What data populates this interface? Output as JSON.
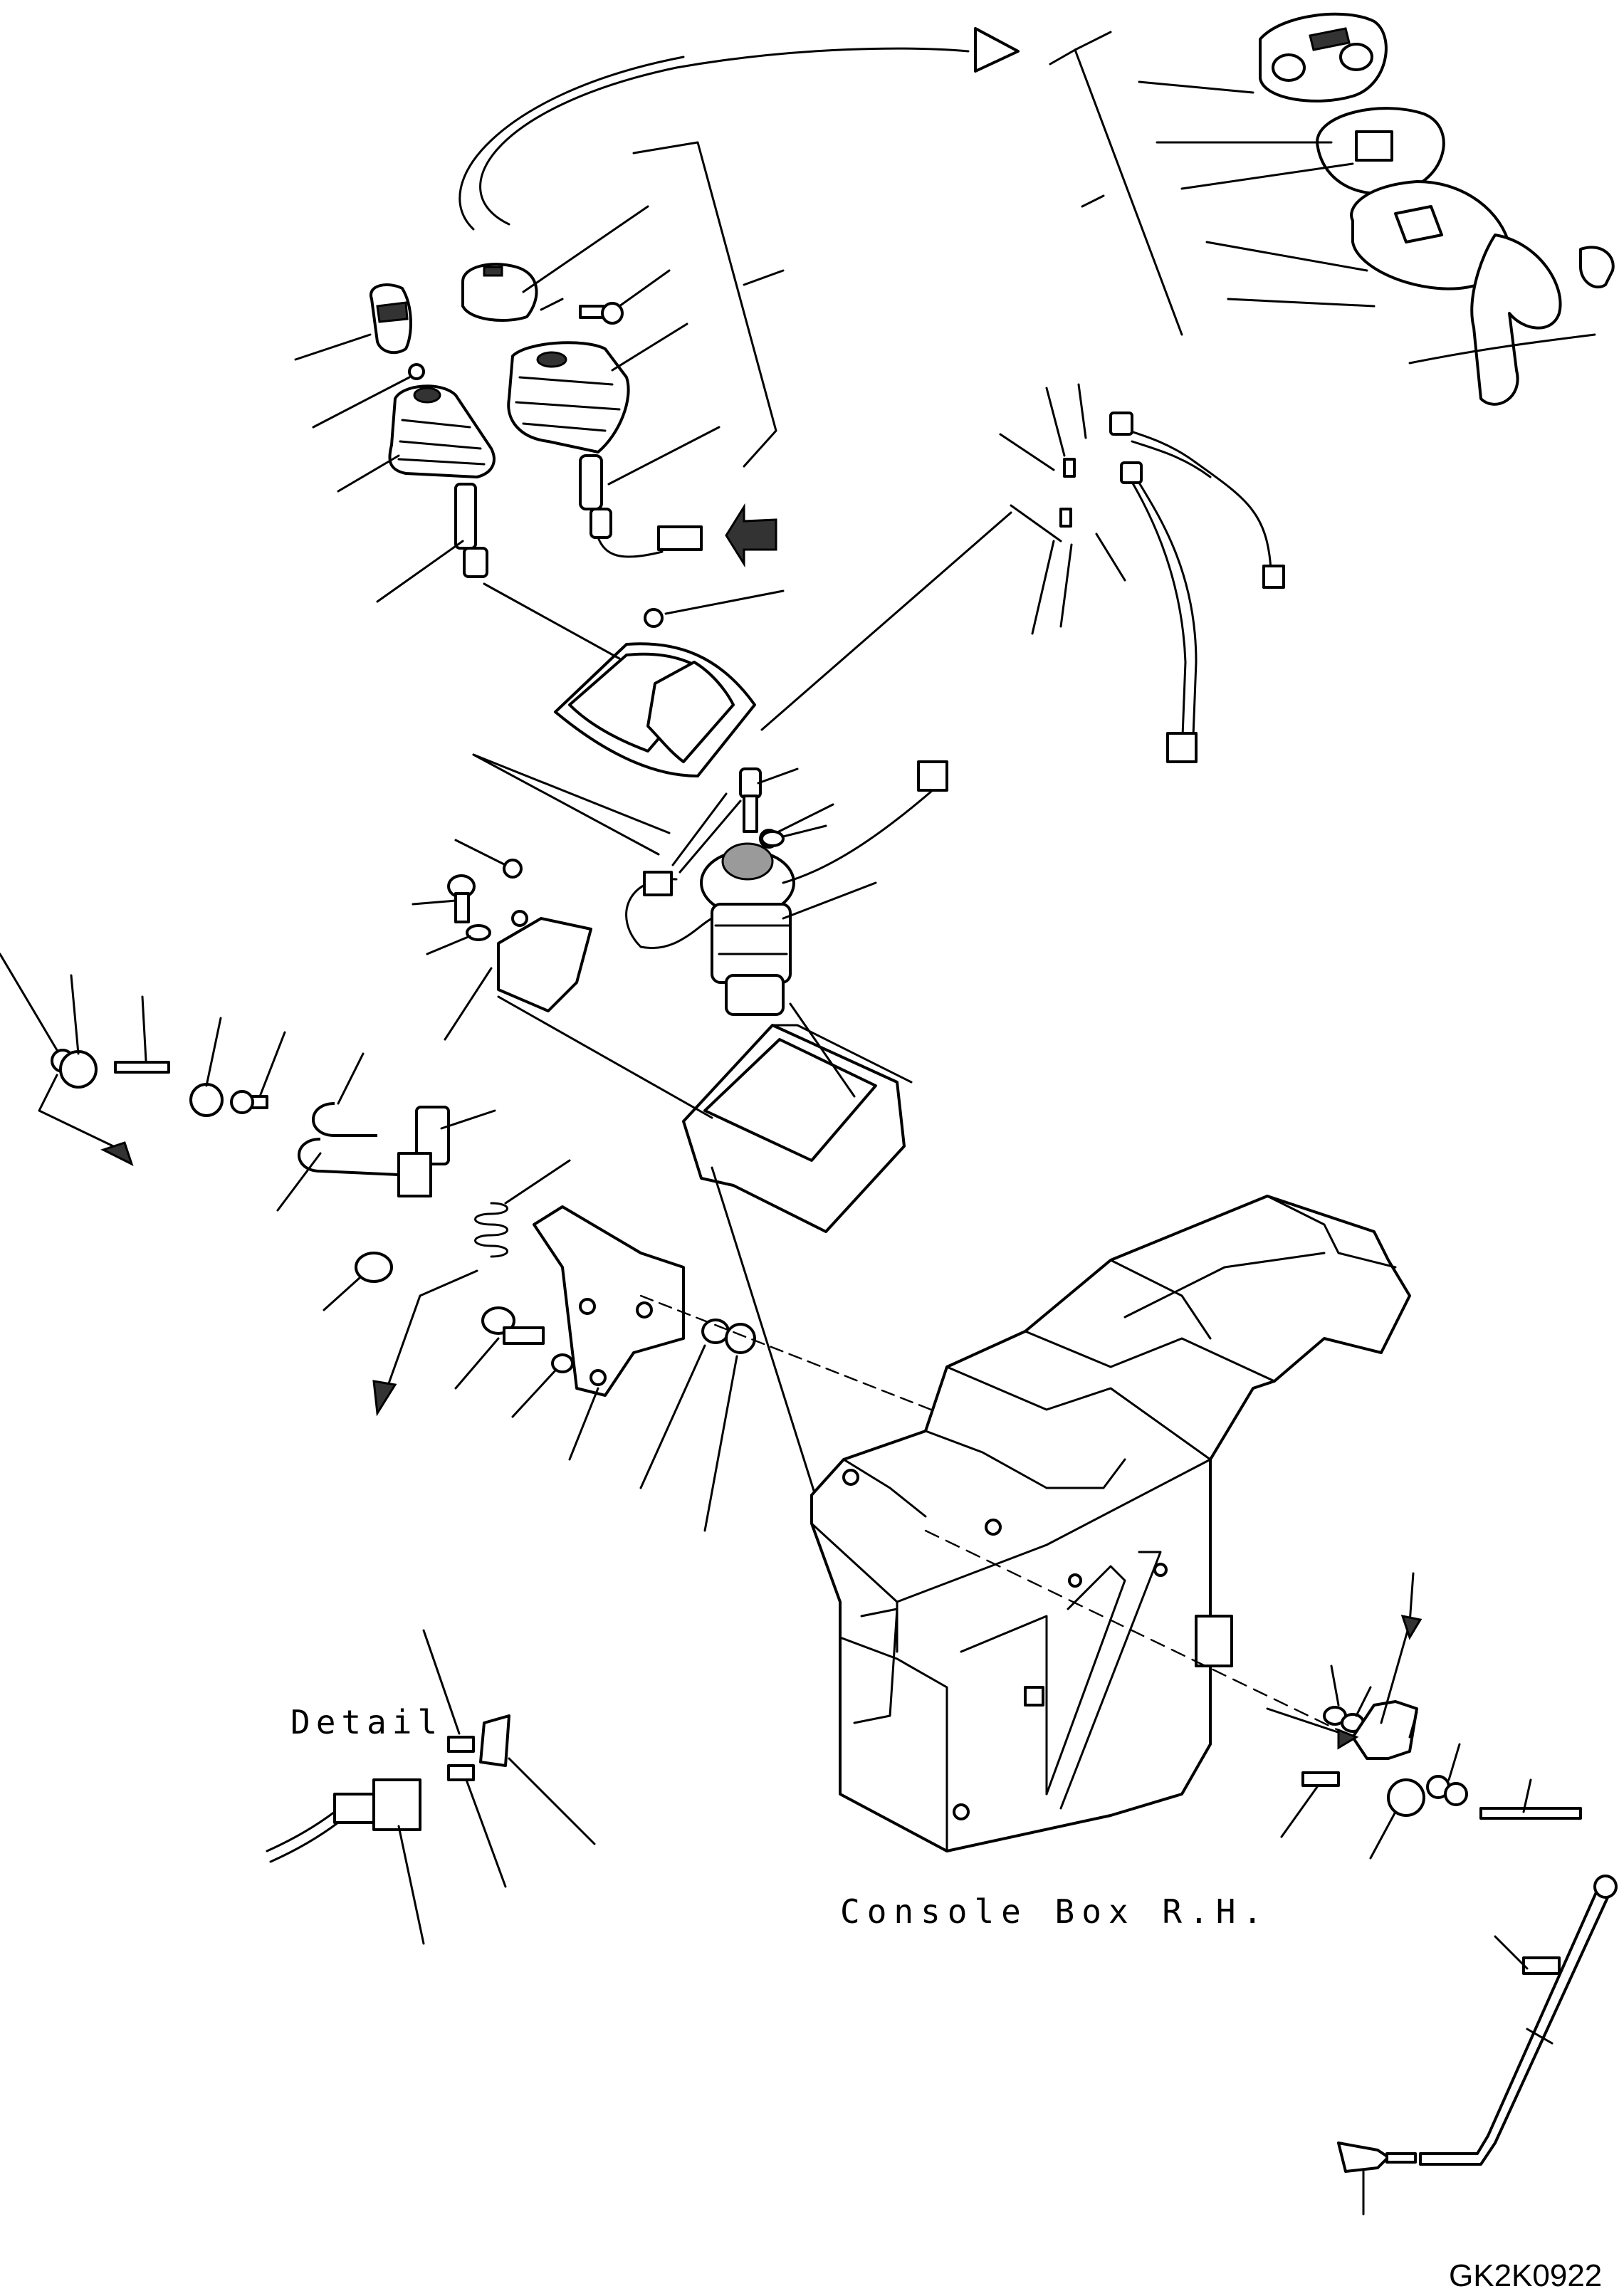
{
  "labels": {
    "detail": "Detail",
    "console_box": "Console Box R.H.",
    "drawing_code": "GK2K0922"
  }
}
